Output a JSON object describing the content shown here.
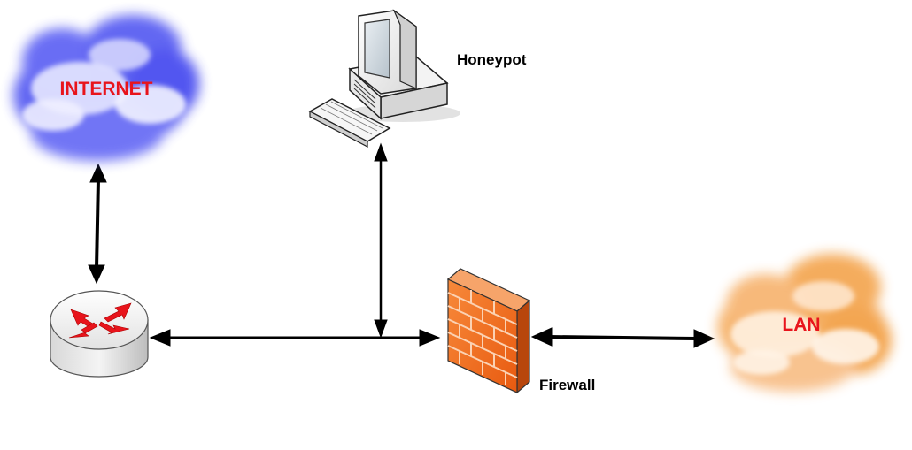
{
  "nodes": {
    "internet": {
      "label": "INTERNET",
      "label_color": "#e8141c"
    },
    "lan": {
      "label": "LAN",
      "label_color": "#e8141c"
    },
    "honeypot": {
      "label": "Honeypot"
    },
    "firewall": {
      "label": "Firewall"
    },
    "router": {
      "label": ""
    }
  },
  "colors": {
    "internet_cloud": "#4a4ef0",
    "lan_cloud": "#f5a84a",
    "firewall_face": "#f26a1b",
    "router_arrows": "#e8141c",
    "connector": "#000000"
  },
  "icons": {
    "internet": "cloud-icon",
    "lan": "cloud-icon",
    "honeypot": "desktop-computer-icon",
    "firewall": "brick-wall-icon",
    "router": "router-icon"
  }
}
